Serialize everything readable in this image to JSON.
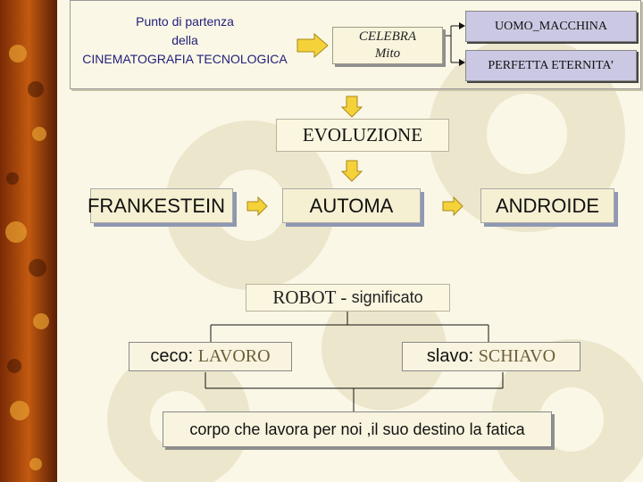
{
  "intro": {
    "line1": "Punto di partenza",
    "line2": "della",
    "line3": "CINEMATOGRAFIA TECNOLOGICA"
  },
  "celebra": {
    "line1": "CELEBRA",
    "line2": "Mito"
  },
  "outcomes": {
    "uomo_macchina": "UOMO_MACCHINA",
    "perfetta_eternita": "PERFETTA ETERNITA’"
  },
  "evoluzione": "EVOLUZIONE",
  "stages": {
    "frankestein": "FRANKESTEIN",
    "automa": "AUTOMA",
    "androide": "ANDROIDE"
  },
  "robot": {
    "word": "ROBOT -",
    "meaning": "significato"
  },
  "roots": {
    "ceco_lang": "ceco:",
    "ceco_word": "LAVORO",
    "slavo_lang": "slavo:",
    "slavo_word": "SCHIAVO"
  },
  "conclusion": "corpo che lavora per noi ,il suo destino la fatica",
  "colors": {
    "background": "#fbf7e6",
    "arrow_fill": "#f5d23a",
    "pill_fill": "#cbc8e3",
    "box_fill": "#f6f0d2",
    "heading_text": "#1f1f7a"
  }
}
